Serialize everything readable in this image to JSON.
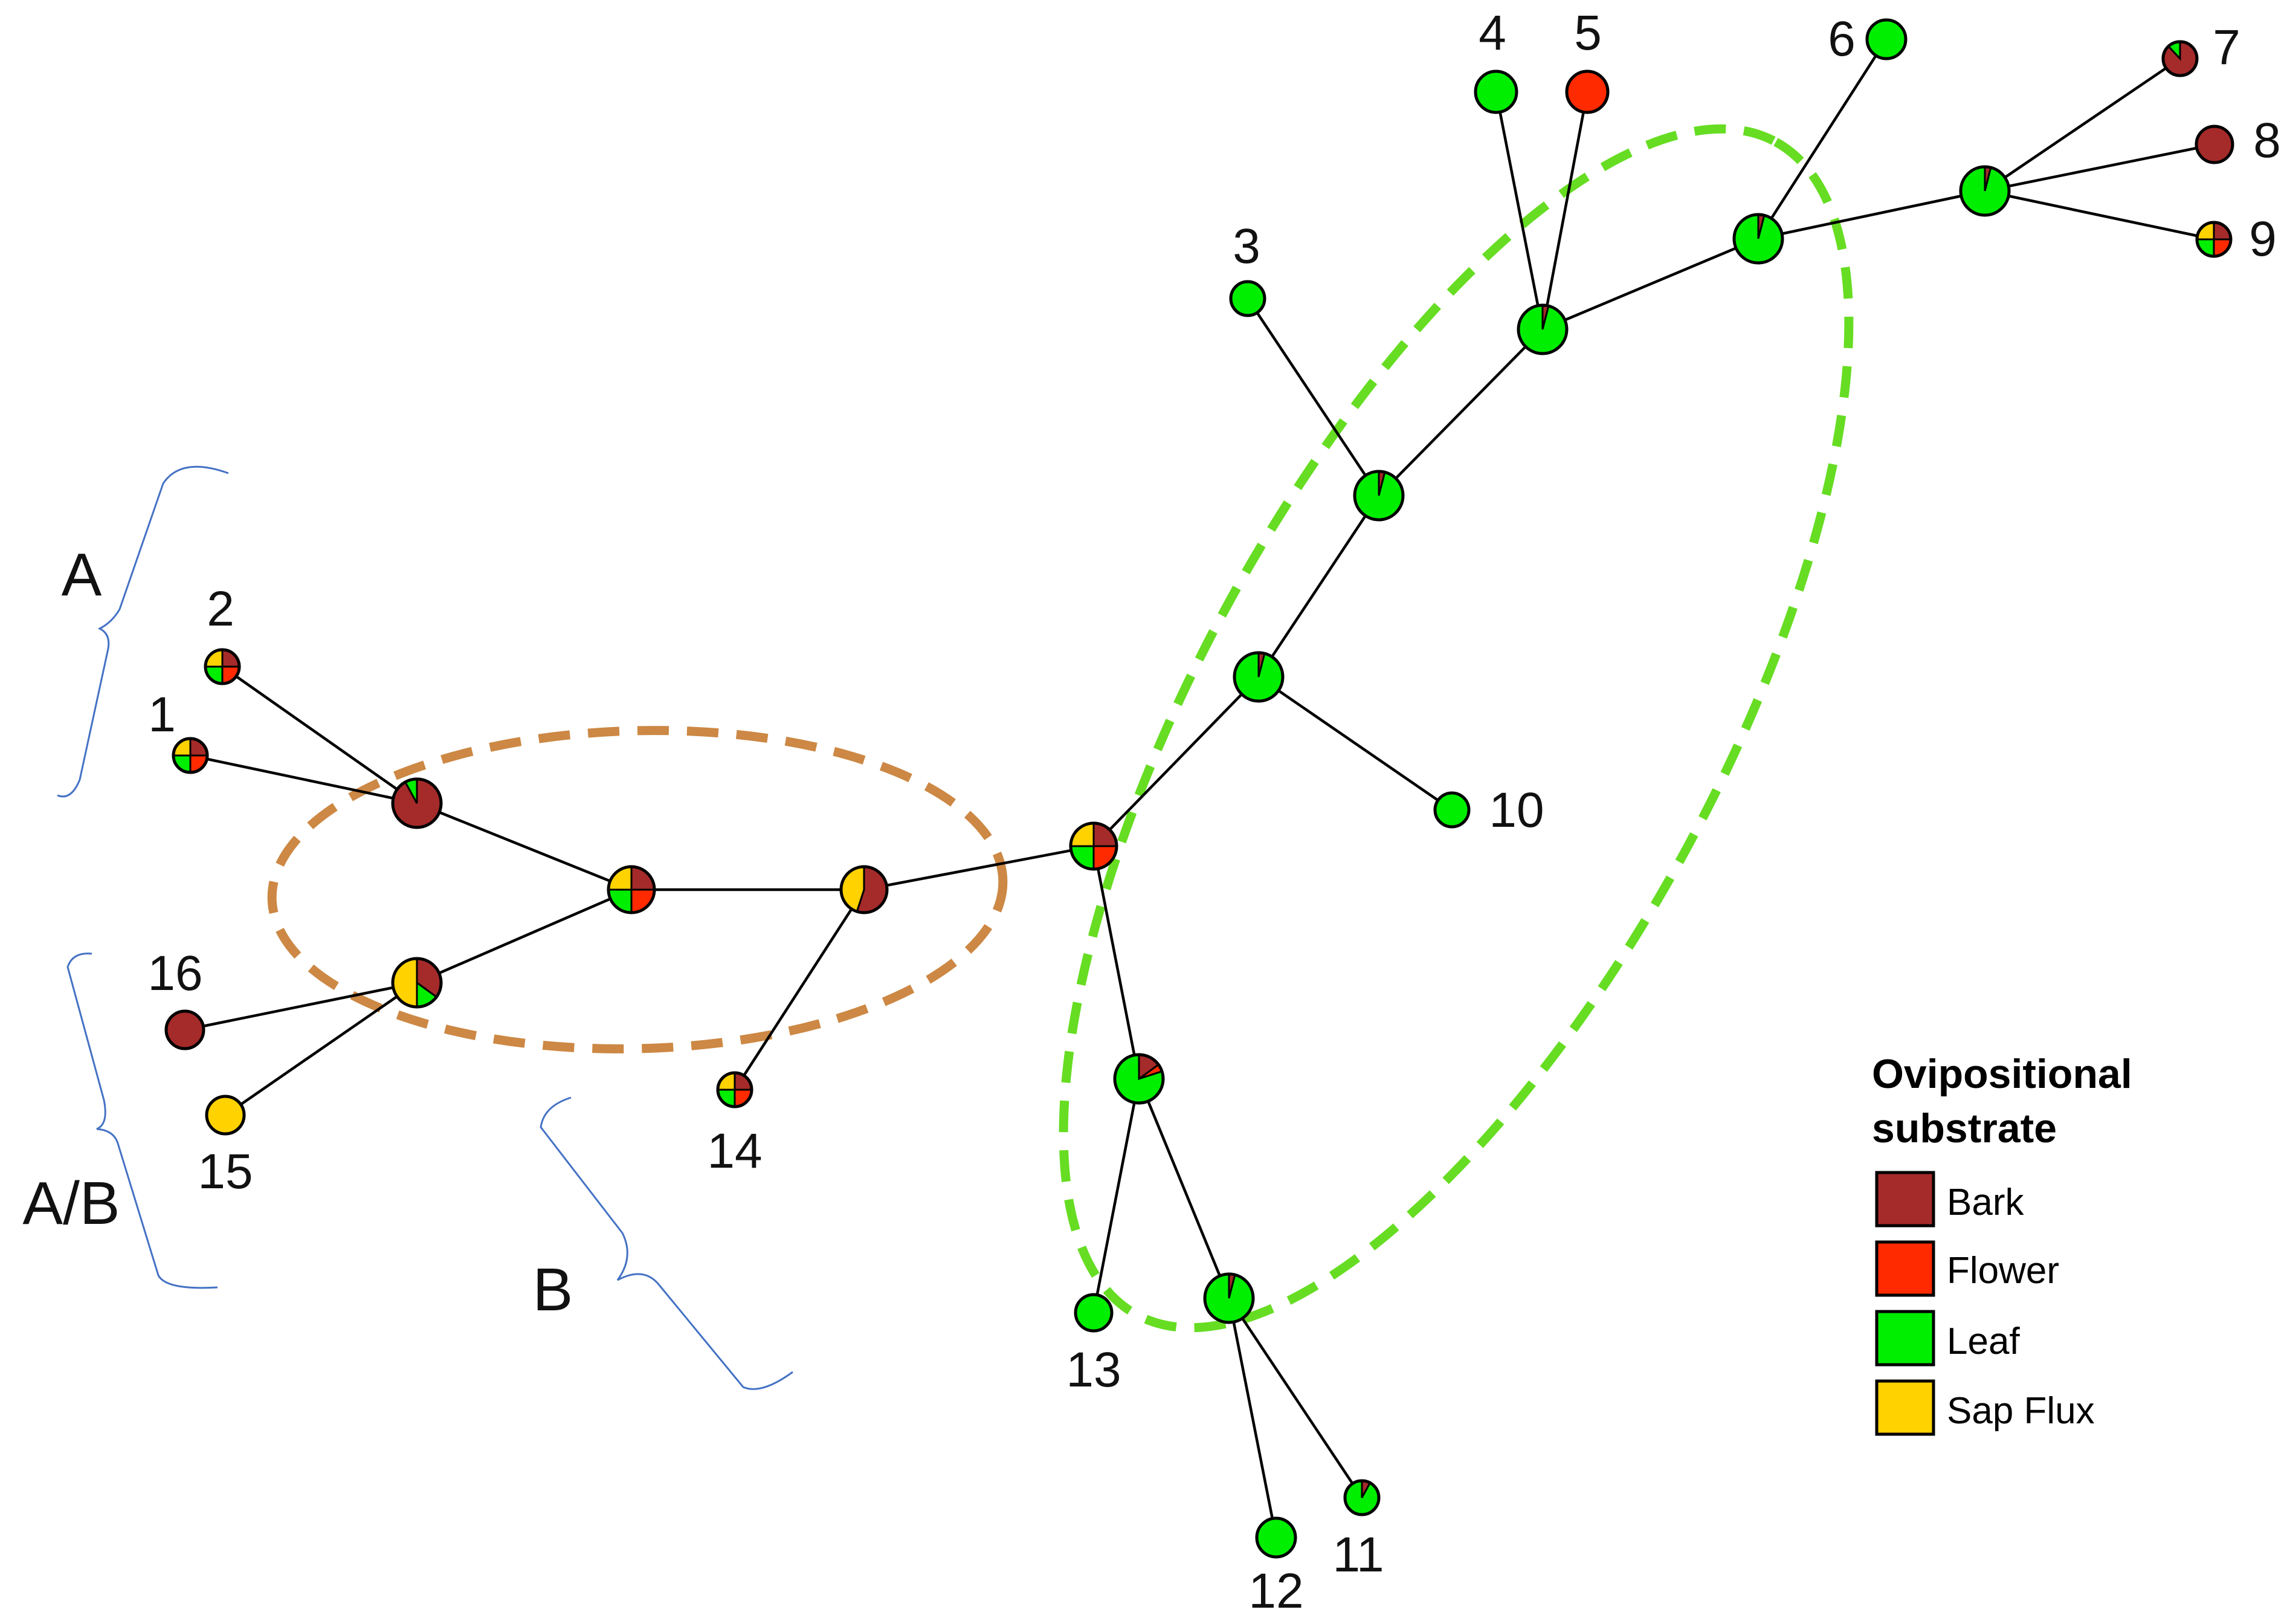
{
  "legend": {
    "title_line1": "Ovipositional",
    "title_line2": "substrate",
    "items": [
      {
        "label": "Bark",
        "color": "#a52a2a"
      },
      {
        "label": "Flower",
        "color": "#ff2a00"
      },
      {
        "label": "Leaf",
        "color": "#00ee00"
      },
      {
        "label": "Sap Flux",
        "color": "#ffd200"
      }
    ]
  },
  "colors": {
    "bark": "#a52a2a",
    "flower": "#ff2a00",
    "leaf": "#00ee00",
    "sap": "#ffd200",
    "bracket": "#4472c4",
    "green_ellipse": "#66dd22",
    "brown_ellipse": "#cc8844"
  },
  "group_labels": {
    "a": "A",
    "ab": "A/B",
    "b": "B"
  },
  "tips": {
    "t1": "1",
    "t2": "2",
    "t3": "3",
    "t4": "4",
    "t5": "5",
    "t6": "6",
    "t7": "7",
    "t8": "8",
    "t9": "9",
    "t10": "10",
    "t11": "11",
    "t12": "12",
    "t13": "13",
    "t14": "14",
    "t15": "15",
    "t16": "16"
  },
  "node_states": {
    "t1": {
      "bark": 0.25,
      "flower": 0.25,
      "leaf": 0.25,
      "sap": 0.25
    },
    "t2": {
      "bark": 0.25,
      "flower": 0.25,
      "leaf": 0.25,
      "sap": 0.25
    },
    "t3": {
      "leaf": 1
    },
    "t4": {
      "leaf": 1
    },
    "t5": {
      "flower": 1
    },
    "t6": {
      "leaf": 1
    },
    "t7": {
      "bark": 0.88,
      "leaf": 0.12
    },
    "t8": {
      "bark": 1
    },
    "t9": {
      "bark": 0.25,
      "flower": 0.25,
      "leaf": 0.25,
      "sap": 0.25
    },
    "t10": {
      "leaf": 1
    },
    "t11": {
      "leaf": 0.92,
      "bark": 0.08
    },
    "t12": {
      "leaf": 1
    },
    "t13": {
      "leaf": 1
    },
    "t14": {
      "bark": 0.25,
      "flower": 0.25,
      "leaf": 0.25,
      "sap": 0.25
    },
    "t15": {
      "sap": 1
    },
    "t16": {
      "bark": 1
    },
    "n_a": {
      "bark": 0.92,
      "leaf": 0.08
    },
    "n_ab": {
      "bark": 0.35,
      "leaf": 0.15,
      "sap": 0.5
    },
    "n_c1": {
      "bark": 0.25,
      "flower": 0.25,
      "leaf": 0.25,
      "sap": 0.25
    },
    "n_c2": {
      "bark": 0.55,
      "sap": 0.45
    },
    "n_root": {
      "bark": 0.25,
      "flower": 0.25,
      "leaf": 0.25,
      "sap": 0.25
    },
    "n_g1": {
      "leaf": 0.96,
      "bark": 0.04
    },
    "n_g2": {
      "leaf": 0.96,
      "bark": 0.04
    },
    "n_g3": {
      "leaf": 0.96,
      "bark": 0.04
    },
    "n_g4": {
      "leaf": 0.96,
      "bark": 0.04
    },
    "n_g5": {
      "leaf": 0.96,
      "bark": 0.04
    },
    "n_g6": {
      "leaf": 0.94,
      "bark": 0.06
    },
    "n_l1": {
      "leaf": 0.8,
      "bark": 0.15,
      "flower": 0.05
    },
    "n_l2": {
      "leaf": 0.96,
      "bark": 0.04
    }
  }
}
